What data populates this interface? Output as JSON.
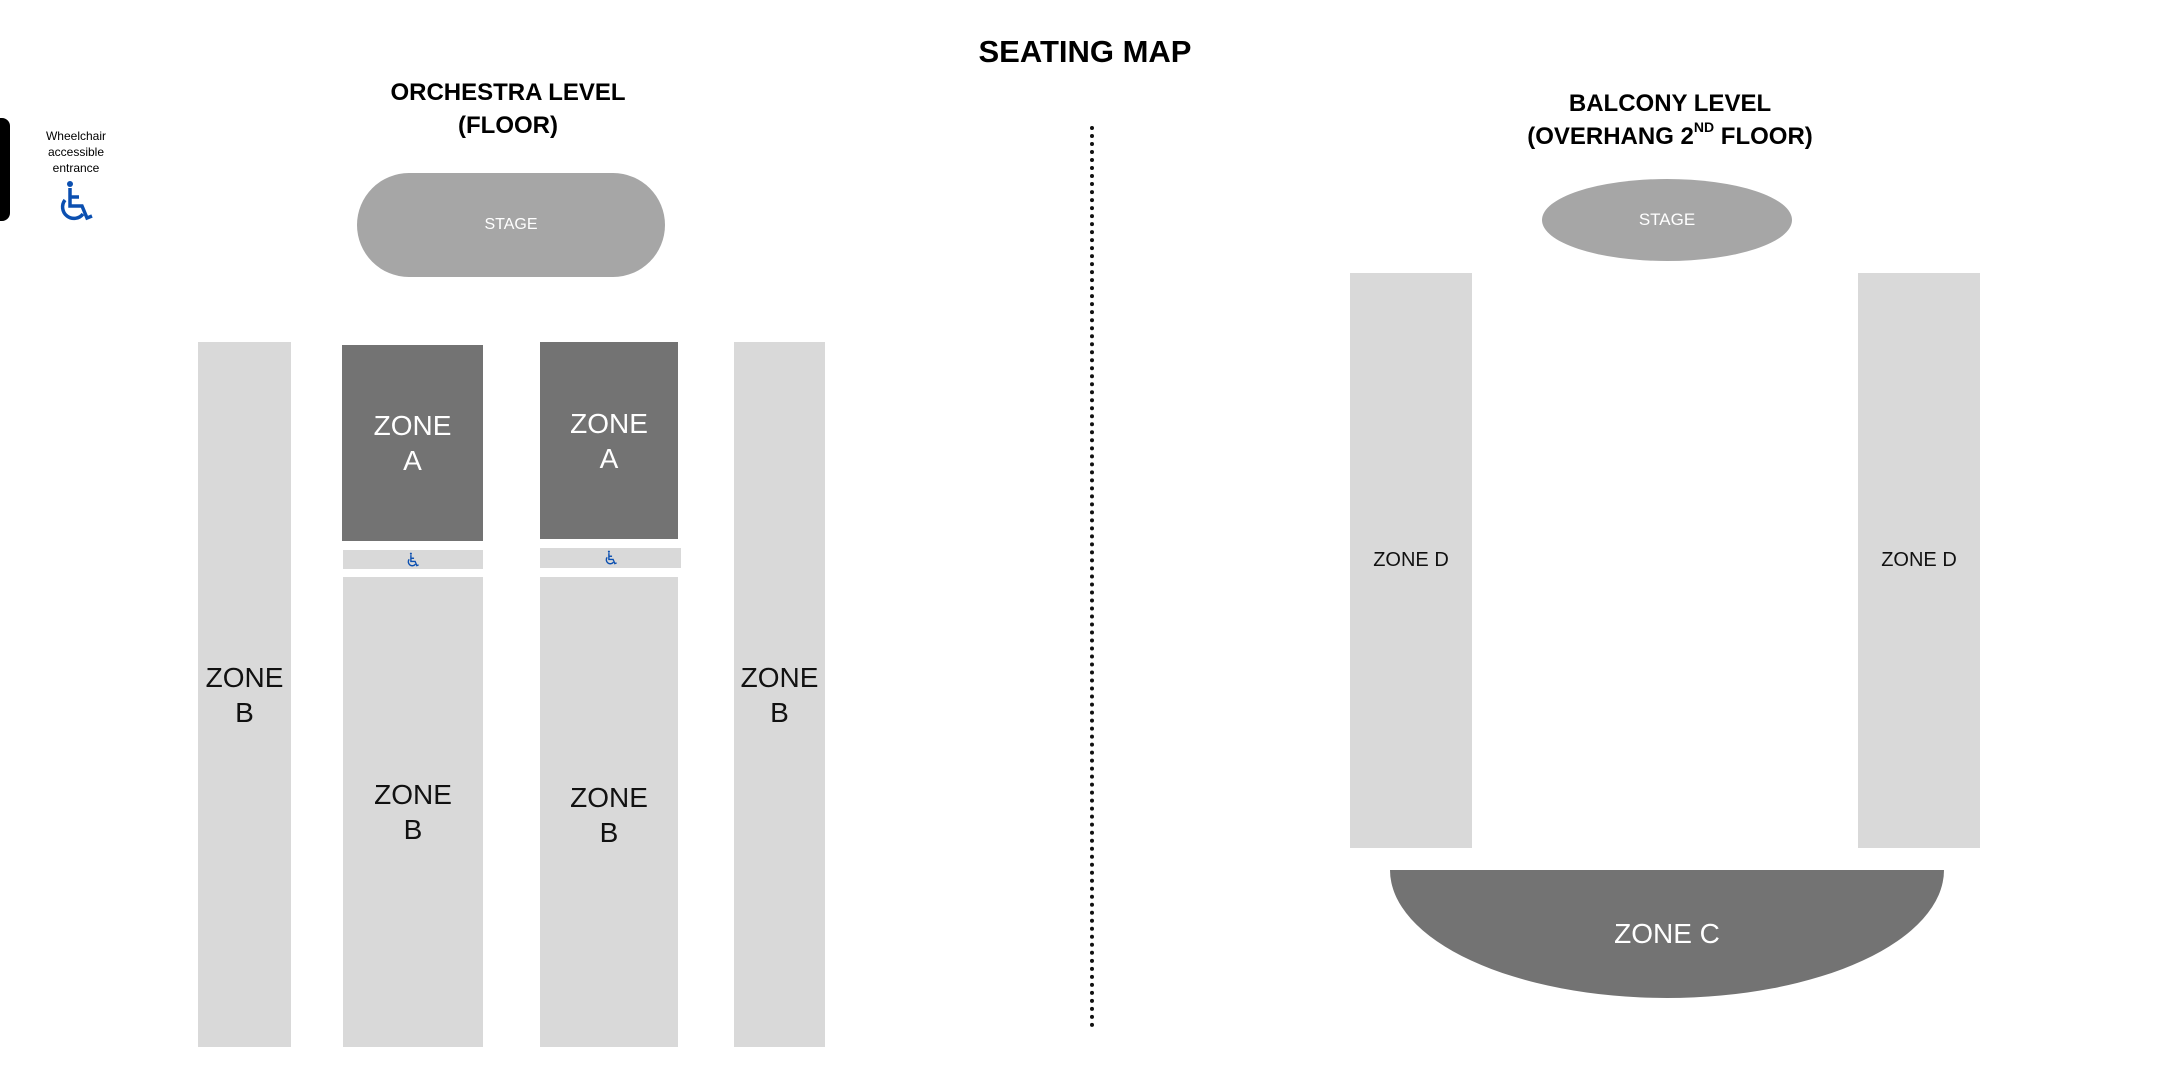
{
  "title": "SEATING MAP",
  "legend": {
    "text": "Wheelchair accessible entrance",
    "icon": "wheelchair-icon",
    "icon_color": "#0b4fb0"
  },
  "orchestra": {
    "title_line1": "ORCHESTRA LEVEL",
    "title_line2": "(FLOOR)",
    "stage": "STAGE",
    "zone_b": "ZONE B",
    "zone_a": "ZONE A"
  },
  "balcony": {
    "title_line1": "BALCONY LEVEL",
    "title_line2_pre": "(OVERHANG 2",
    "title_line2_sup": "ND",
    "title_line2_post": " FLOOR)",
    "stage": "STAGE",
    "zone_d": "ZONE D",
    "zone_c": "ZONE C"
  },
  "colors": {
    "light_zone": "#d9d9d9",
    "dark_zone": "#737373",
    "stage": "#a6a6a6"
  }
}
